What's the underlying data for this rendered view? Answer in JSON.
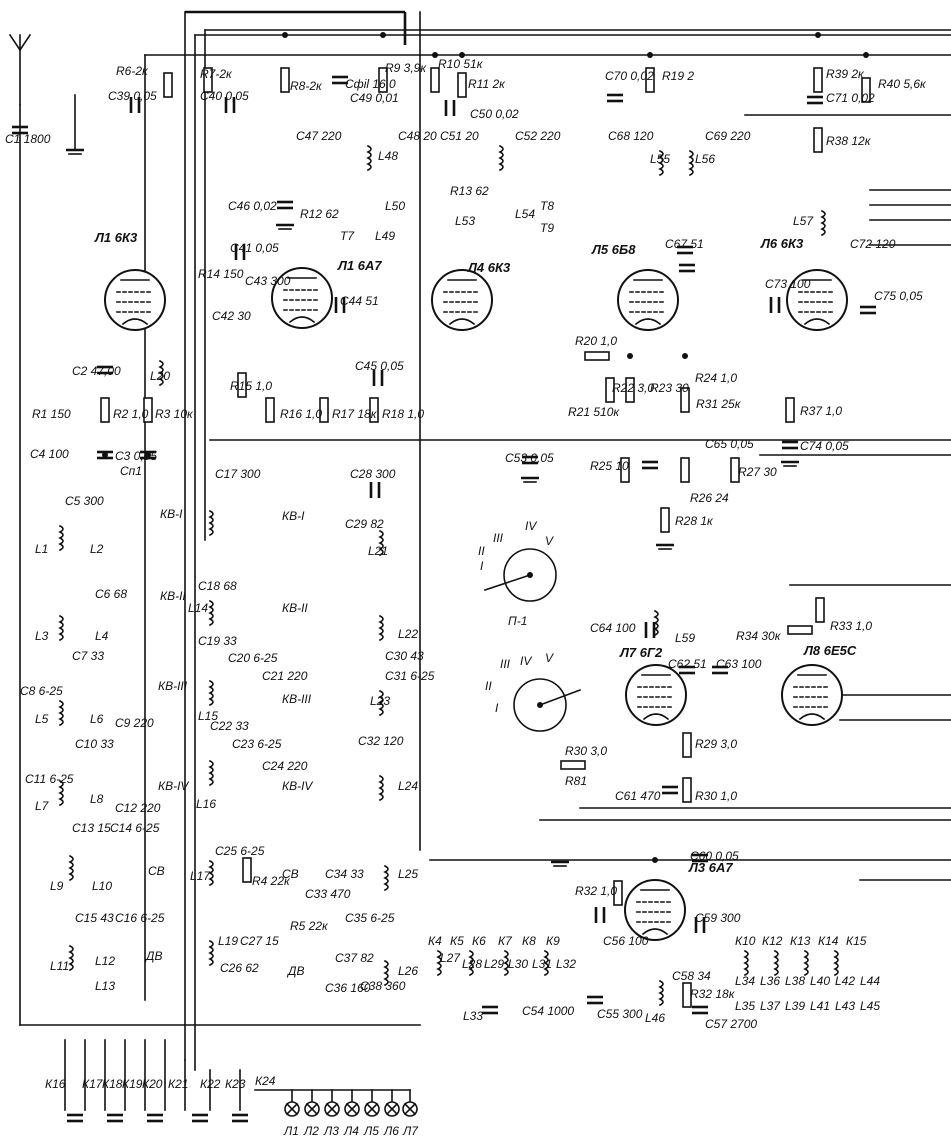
{
  "tubes": [
    {
      "ref": "Л1 6К3"
    },
    {
      "ref": "Л1 6А7"
    },
    {
      "ref": "Л4 6К3"
    },
    {
      "ref": "Л5 6Б8"
    },
    {
      "ref": "Л6 6К3"
    },
    {
      "ref": "Л7 6Г2"
    },
    {
      "ref": "Л8 6Е5С"
    },
    {
      "ref": "Л3 6А7"
    }
  ],
  "labels": {
    "c1": "С1 1800",
    "c39": "С39 0,05",
    "c40": "С40 0,05",
    "r6": "R6-2к",
    "r7": "R7-2к",
    "r8": "R8-2к",
    "cfil": "Сфil 16,0",
    "r9": "R9 3,9к",
    "r10": "R10 51к",
    "r11": "R11 2к",
    "c49": "С49 0,01",
    "c50": "С50 0,02",
    "c70": "С70 0,02",
    "r19": "R19 2",
    "r39": "R39 2к",
    "c71": "С71 0,02",
    "r40": "R40 5,6к",
    "r38": "R38 12к",
    "c47": "С47 220",
    "c48": "С48 20",
    "l48": "L48",
    "c46": "С46 0,02",
    "r12": "R12 62",
    "t7": "T7",
    "l49": "L49",
    "l50": "L50",
    "c51": "С51 20",
    "c52": "С52 220",
    "r13": "R13 62",
    "l53": "L53",
    "l54": "L54",
    "t8": "T8",
    "t9": "T9",
    "c68": "С68 120",
    "l55": "L55",
    "l56": "L56",
    "c69": "С69 220",
    "l57": "L57",
    "c72": "С72 120",
    "c75": "С75 0,05",
    "c41": "С41 0,05",
    "r14": "R14 150",
    "c43": "С43 300",
    "c42": "С42 30",
    "c44": "С44 51",
    "c67": "С67 51",
    "c73": "С73 100",
    "c2": "С2 47,00",
    "l20": "L20",
    "r1": "R1 150",
    "r2": "R2 1,0",
    "r3": "R3 10к",
    "r15": "R15 1,0",
    "r16": "R16 1,0",
    "r17": "R17 18к",
    "r18": "R18 1,0",
    "c45": "С45 0,05",
    "r20": "R20 1,0",
    "r21": "R21 510к",
    "r22": "R22 3,0",
    "r23": "R23 30",
    "r24": "R24 1,0",
    "r31": "R31 25к",
    "r37": "R37 1,0",
    "c74": "С74 0,05",
    "c4": "С4 100",
    "c3": "С3 0,05",
    "cp1": "Сп1",
    "c17": "С17 300",
    "c28": "С28 300",
    "c53": "С53 0,05",
    "r25": "R25 10",
    "c65": "С65 0,05",
    "r26": "R26 24",
    "r27": "R27 30",
    "r28": "R28 1к",
    "c5": "С5 300",
    "kv1a": "КВ-I",
    "l1": "L1",
    "l2": "L2",
    "kv1b": "КВ-I",
    "c29": "С29 82",
    "l21": "L21",
    "p1": "П-1",
    "sw_roman": [
      "I",
      "II",
      "III",
      "IV",
      "V"
    ],
    "c6": "С6 68",
    "l3": "L3",
    "l4": "L4",
    "kv2a": "КВ-II",
    "c18": "С18 68",
    "l14": "L14",
    "kv2b": "КВ-II",
    "l22": "L22",
    "c7": "С7 33",
    "c19": "С19 33",
    "c64": "С64 100",
    "l59": "L59",
    "r34": "R34 30к",
    "r33": "R33 1,0",
    "c62": "С62 51",
    "c63": "С63 100",
    "c8": "С8 6-25",
    "l5": "L5",
    "l6": "L6",
    "c9": "С9 220",
    "kv3a": "КВ-III",
    "c20": "С20 6-25",
    "c21": "С21 220",
    "l15": "L15",
    "kv3b": "КВ-III",
    "c30": "С30 43",
    "c31": "С31 6-25",
    "l23": "L23",
    "c10": "С10 33",
    "c22": "С22 33",
    "c11": "С11 6-25",
    "l7": "L7",
    "l8": "L8",
    "c12": "С12 220",
    "kv4a": "КВ-IV",
    "c23": "С23 6-25",
    "c24": "С24 220",
    "l16": "L16",
    "kv4b": "КВ-IV",
    "c32": "С32 120",
    "l24": "L24",
    "r30": "R30 3,0",
    "r81": "R81",
    "r29": "R29 3,0",
    "r30b": "R30 1,0",
    "c61": "С61 470",
    "c13": "С13 15",
    "c14": "С14 6-25",
    "l9": "L9",
    "l10": "L10",
    "sv_a": "СВ",
    "c25": "С25 6-25",
    "l17": "L17",
    "r4": "R4 22к",
    "sv_b": "СВ",
    "c34": "С34 33",
    "c33": "С33 470",
    "l25": "L25",
    "c60": "С60 0,05",
    "r32": "R32 1,0",
    "c15": "С15 43",
    "c16": "С16 6-25",
    "l11": "L11",
    "l12": "L12",
    "l13": "L13",
    "dv_a": "ДВ",
    "l19": "L19",
    "c27": "С27 15",
    "c26": "С26 62",
    "r5": "R5 22к",
    "dv_b": "ДВ",
    "c35": "С35 6-25",
    "c37": "С37 82",
    "c36": "С36 160",
    "c38": "С38 360",
    "l26": "L26",
    "c56": "С56 100",
    "c59": "С59 300",
    "k_lo": [
      "К4",
      "К5",
      "К6",
      "К7",
      "К8",
      "К9"
    ],
    "l_lo": [
      "L27",
      "L28",
      "L29",
      "L30",
      "L31",
      "L32"
    ],
    "l33": "L33",
    "c54": "С54 1000",
    "c55": "С55 300",
    "c58": "С58 34",
    "r32b": "R32 18к",
    "l46": "L46",
    "c57": "С57 2700",
    "k_hi": [
      "К10",
      "К12",
      "К13",
      "К14",
      "К15"
    ],
    "l_hi": [
      "L34",
      "L35",
      "L36",
      "L37",
      "L38",
      "L39",
      "L40",
      "L41",
      "L42",
      "L43",
      "L44",
      "L45"
    ],
    "k_bottom": [
      "К16",
      "К17",
      "К18",
      "К19",
      "К20",
      "К21",
      "К22",
      "К23",
      "К24"
    ],
    "lamps": [
      "Л1",
      "Л2",
      "Л3",
      "Л4",
      "Л5",
      "Л6",
      "Л7"
    ]
  }
}
